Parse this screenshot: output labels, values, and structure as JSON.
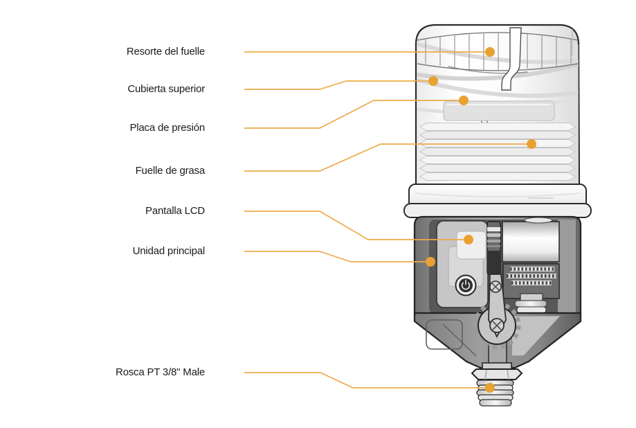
{
  "palette": {
    "background": "#ffffff",
    "accent_dot": "#E8A232",
    "leader_line": "#ECAB48",
    "label_text": "#1B1B1B",
    "device_outline": "#2B2B2B",
    "device_body_gray": "#8F8F8F"
  },
  "labels": [
    {
      "id": "resorte-del-fuelle",
      "text": "Resorte del fuelle"
    },
    {
      "id": "cubierta-superior",
      "text": "Cubierta superior"
    },
    {
      "id": "placa-de-presion",
      "text": "Placa de presión"
    },
    {
      "id": "fuelle-de-grasa",
      "text": "Fuelle de grasa"
    },
    {
      "id": "pantalla-lcd",
      "text": "Pantalla LCD"
    },
    {
      "id": "unidad-principal",
      "text": "Unidad principal"
    },
    {
      "id": "rosca-pt",
      "text": "Rosca PT 3/8\" Male"
    }
  ]
}
